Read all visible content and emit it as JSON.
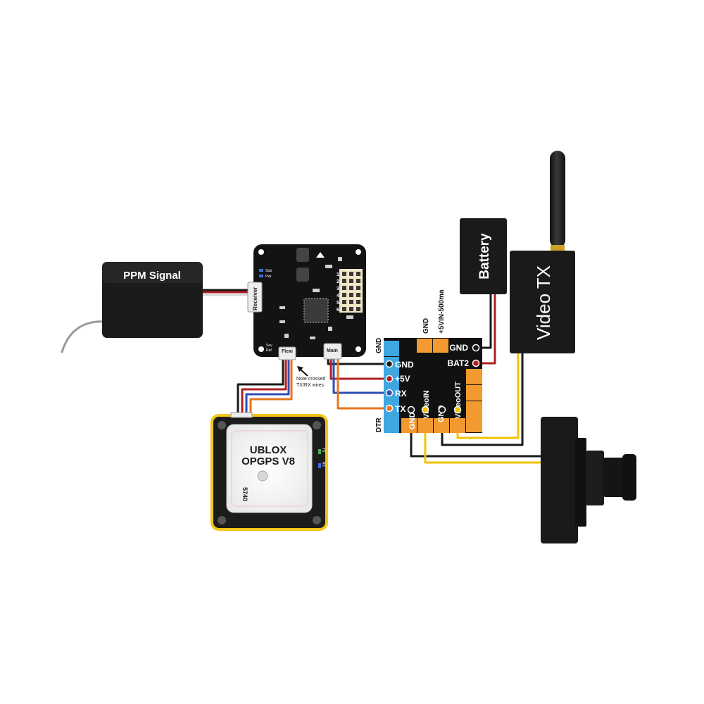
{
  "receiver": {
    "label": "PPM Signal"
  },
  "flight_controller": {
    "port_receiver": "Receiver",
    "port_flexi": "Flexi",
    "port_main": "Main",
    "led_labels": [
      "Stat",
      "Pwr"
    ],
    "side_labels": [
      "Sev",
      "Ref"
    ],
    "servo_numbers": [
      "1",
      "2",
      "3",
      "4",
      "5",
      "6"
    ],
    "note_line1": "Note crossed",
    "note_line2": "TX/RX wires"
  },
  "gps": {
    "line1": "UBLOX",
    "line2": "OPGPS V8",
    "code": "5740",
    "side_labels": [
      "TX",
      "RX"
    ]
  },
  "battery": {
    "label": "Battery"
  },
  "video_tx": {
    "label": "Video TX"
  },
  "osd": {
    "top_gnd": "GND",
    "top_power": "+5VIN-500ma",
    "left_gnd": "GND",
    "left_dtr": "DTR",
    "pin_gnd": "GND",
    "pin_5v": "+5V",
    "pin_rx": "RX",
    "pin_tx": "TX",
    "right_gnd": "GND",
    "right_bat2": "BAT2",
    "bottom_gnd1": "GND",
    "bottom_videoin": "VideoIN",
    "bottom_gnd2": "GND",
    "bottom_videoout": "VideoOUT"
  },
  "colors": {
    "wire_black": "#1a1a1a",
    "wire_red": "#b01e23",
    "wire_blue": "#2b4fb5",
    "wire_orange": "#e8731c",
    "wire_yellow": "#f2c200",
    "pad_blue": "#3fa6e0",
    "pad_orange": "#f29a30",
    "gps_border": "#f5c518"
  }
}
